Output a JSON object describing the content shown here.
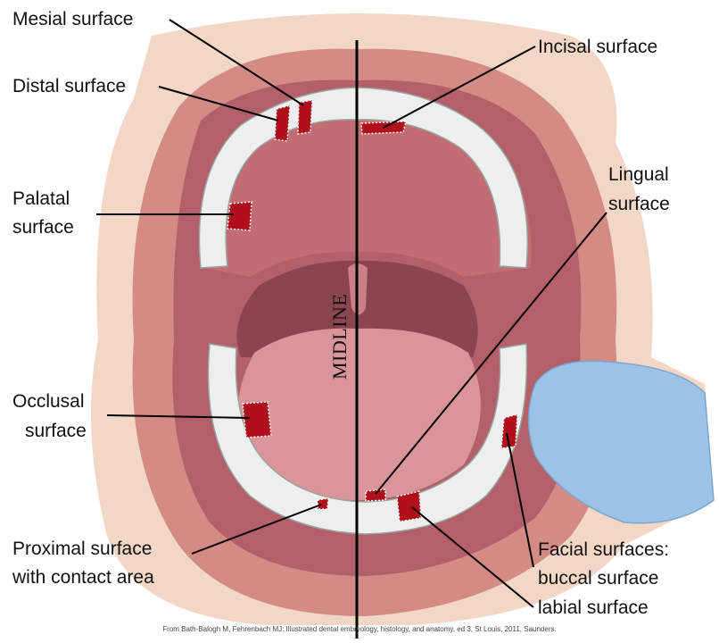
{
  "labels": {
    "mesial": "Mesial surface",
    "distal": "Distal surface",
    "palatal": [
      "Palatal",
      "surface"
    ],
    "occlusal": [
      "Occlusal",
      "surface"
    ],
    "proximal": [
      "Proximal surface",
      "with contact area"
    ],
    "incisal": "Incisal surface",
    "lingual": [
      "Lingual",
      "surface"
    ],
    "facial": [
      "Facial surfaces:",
      "buccal surface",
      "labial surface"
    ]
  },
  "midline": "MIDLINE",
  "credit": "From Bath-Balogh M, Fehrenbach MJ: Illustrated dental embryology, histology, and anatomy, ed 3, St Louis, 2011, Saunders.",
  "colors": {
    "skin": "#f2d6c6",
    "lip": "#d58b85",
    "palate": "#c26d73",
    "throat": "#8a4550",
    "tongue": "#d9959a",
    "tooth": "#ecefed",
    "highlight": "#b0101c",
    "glove": "#9cc3e6"
  }
}
